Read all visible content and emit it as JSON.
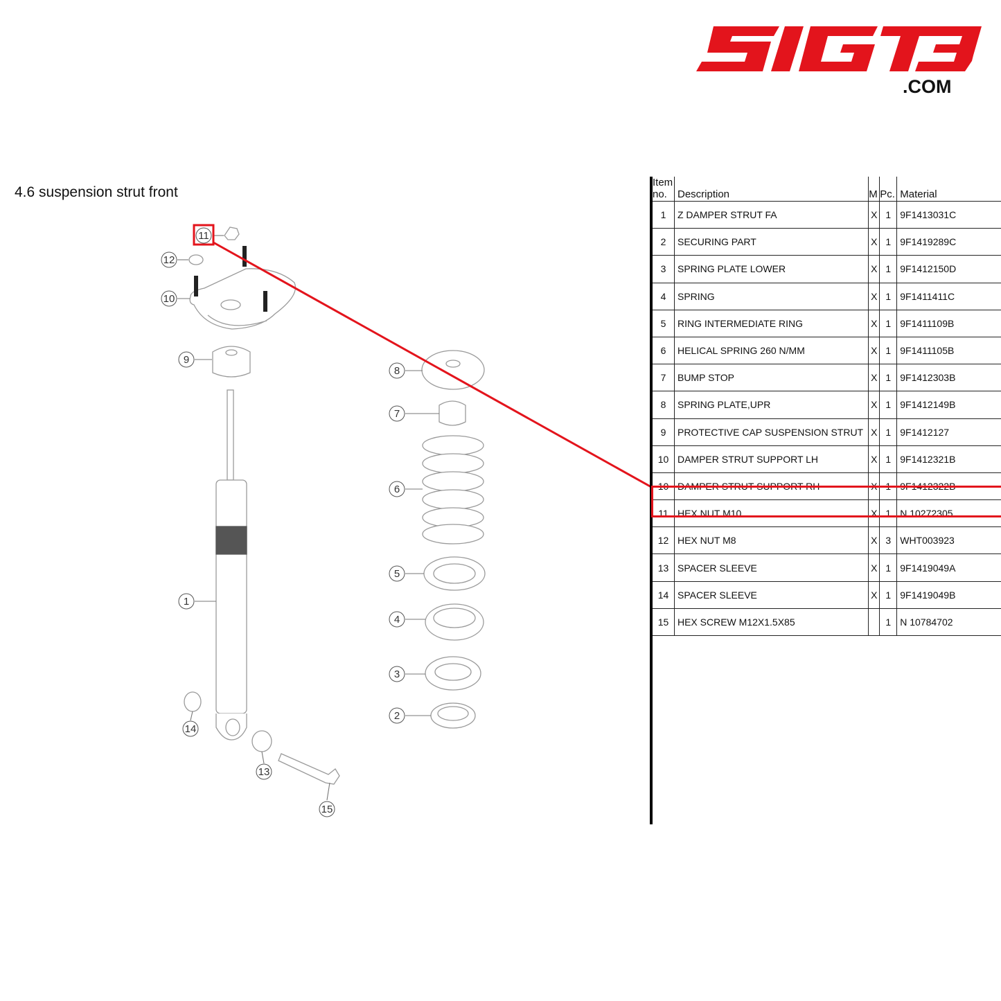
{
  "logo": {
    "brand_text": "SIGT3",
    "suffix": ".COM",
    "brand_color": "#e3141c"
  },
  "section_title": "4.6  suspension strut front",
  "highlight_color": "#e3141c",
  "diagram": {
    "callouts": [
      "11",
      "12",
      "10",
      "9",
      "8",
      "7",
      "6",
      "5",
      "4",
      "3",
      "2",
      "1",
      "14",
      "13",
      "15"
    ],
    "highlighted_callout": "11"
  },
  "table": {
    "headers": {
      "item_no": "Item no.",
      "description": "Description",
      "m": "M",
      "pc": "Pc.",
      "material": "Material"
    },
    "rows": [
      {
        "no": "1",
        "desc": "Z DAMPER STRUT FA",
        "m": "X",
        "pc": "1",
        "mat": "9F1413031C"
      },
      {
        "no": "2",
        "desc": "SECURING PART",
        "m": "X",
        "pc": "1",
        "mat": "9F1419289C"
      },
      {
        "no": "3",
        "desc": "SPRING PLATE LOWER",
        "m": "X",
        "pc": "1",
        "mat": "9F1412150D"
      },
      {
        "no": "4",
        "desc": "SPRING",
        "m": "X",
        "pc": "1",
        "mat": "9F1411411C"
      },
      {
        "no": "5",
        "desc": "RING INTERMEDIATE RING",
        "m": "X",
        "pc": "1",
        "mat": "9F1411109B"
      },
      {
        "no": "6",
        "desc": "HELICAL SPRING 260 N/MM",
        "m": "X",
        "pc": "1",
        "mat": "9F1411105B"
      },
      {
        "no": "7",
        "desc": "BUMP STOP",
        "m": "X",
        "pc": "1",
        "mat": "9F1412303B"
      },
      {
        "no": "8",
        "desc": "SPRING PLATE,UPR",
        "m": "X",
        "pc": "1",
        "mat": "9F1412149B"
      },
      {
        "no": "9",
        "desc": "PROTECTIVE CAP SUSPENSION STRUT",
        "m": "X",
        "pc": "1",
        "mat": "9F1412127"
      },
      {
        "no": "10",
        "desc": "DAMPER STRUT SUPPORT LH",
        "m": "X",
        "pc": "1",
        "mat": "9F1412321B"
      },
      {
        "no": "10",
        "desc": "DAMPER STRUT SUPPORT RH",
        "m": "X",
        "pc": "1",
        "mat": "9F1412322B"
      },
      {
        "no": "11",
        "desc": "HEX NUT M10",
        "m": "X",
        "pc": "1",
        "mat": "N 10272305",
        "highlighted": true
      },
      {
        "no": "12",
        "desc": "HEX NUT M8",
        "m": "X",
        "pc": "3",
        "mat": "WHT003923"
      },
      {
        "no": "13",
        "desc": "SPACER SLEEVE",
        "m": "X",
        "pc": "1",
        "mat": "9F1419049A"
      },
      {
        "no": "14",
        "desc": "SPACER SLEEVE",
        "m": "X",
        "pc": "1",
        "mat": "9F1419049B"
      },
      {
        "no": "15",
        "desc": "HEX SCREW M12X1.5X85",
        "m": "",
        "pc": "1",
        "mat": "N 10784702"
      }
    ]
  }
}
